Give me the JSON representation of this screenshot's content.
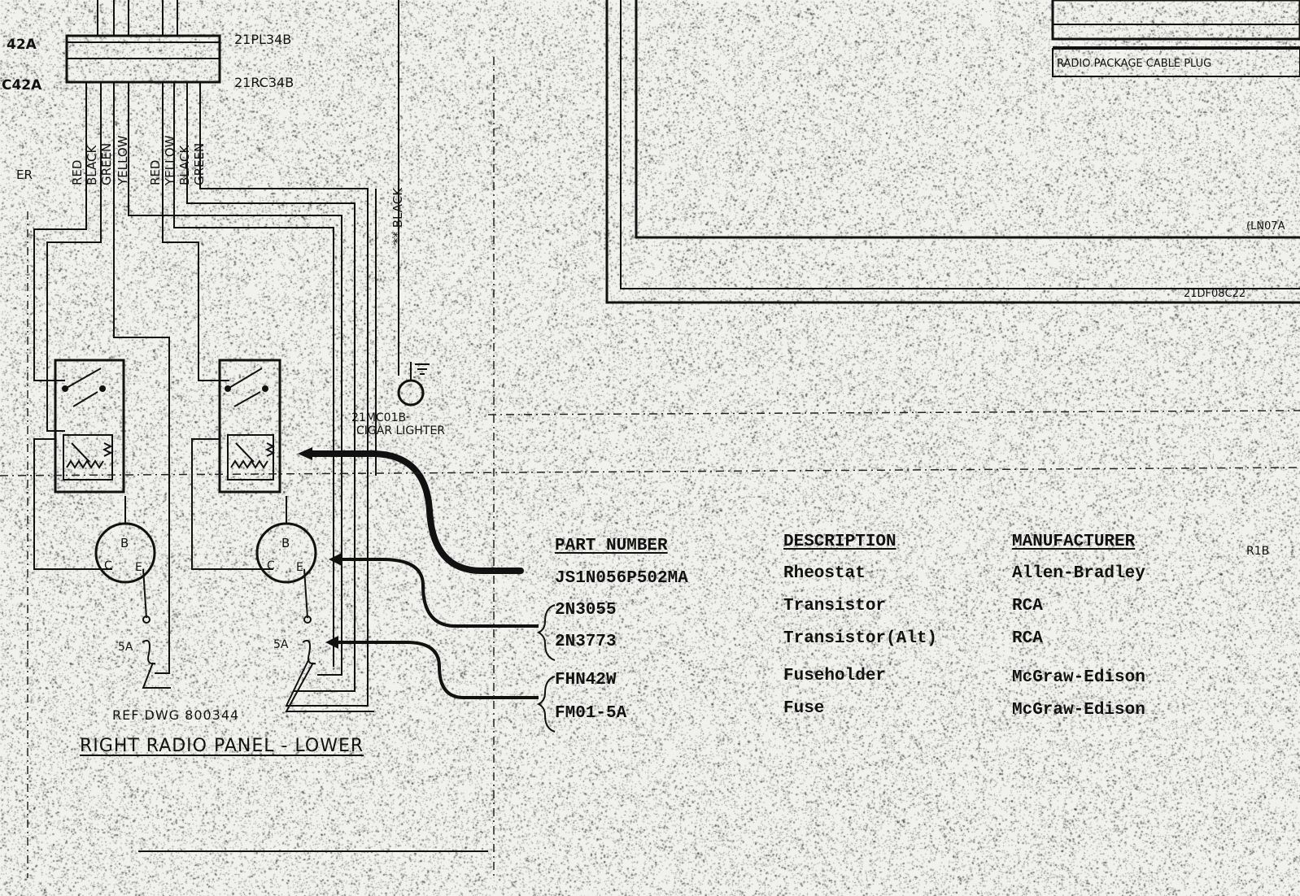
{
  "connector_labels": {
    "left_top": "42A",
    "left_bottom": "C42A",
    "left_side": "ER",
    "plug": "21PL34B",
    "receptacle": "21RC34B"
  },
  "wire_colors_group1": [
    "RED",
    "BLACK",
    "GREEN",
    "YELLOW"
  ],
  "wire_colors_group2": [
    "RED",
    "YELLOW",
    "BLACK",
    "GREEN"
  ],
  "ground_wire": "** BLACK",
  "cigar_lighter": {
    "id": "21MC01B",
    "label": "CIGAR LIGHTER"
  },
  "transistor_pins": {
    "base": "B",
    "collector": "C",
    "emitter": "E"
  },
  "fuse_rating": "5A",
  "reference": "REF DWG 800344",
  "caption": "RIGHT RADIO PANEL - LOWER",
  "radio_package_header": "RADIO PACKAGE CABLE PLUG",
  "right_wire_labels": {
    "upper": "(LN07A",
    "lower": "21DF08C22"
  },
  "side_label": "R1B",
  "parts_table": {
    "headers": {
      "part": "PART NUMBER",
      "desc": "DESCRIPTION",
      "mfr": "MANUFACTURER"
    },
    "rows": [
      {
        "part": "JS1N056P502MA",
        "desc": "Rheostat",
        "mfr": "Allen-Bradley"
      },
      {
        "part": "2N3055",
        "desc": "Transistor",
        "mfr": "RCA"
      },
      {
        "part": "2N3773",
        "desc": "Transistor(Alt)",
        "mfr": "RCA"
      },
      {
        "part": "FHN42W",
        "desc": "Fuseholder",
        "mfr": "McGraw-Edison"
      },
      {
        "part": "FM01-5A",
        "desc": "Fuse",
        "mfr": "McGraw-Edison"
      }
    ]
  }
}
